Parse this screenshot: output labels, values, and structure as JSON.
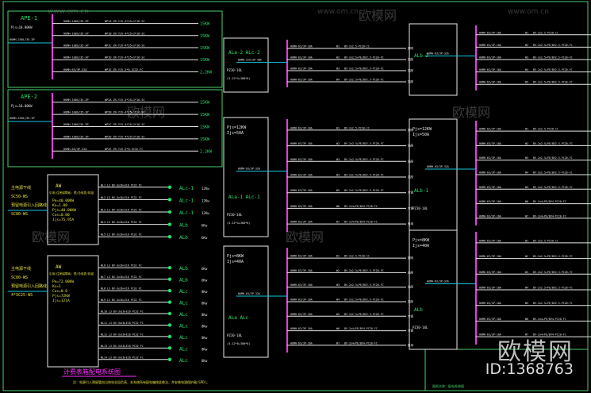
{
  "colors": {
    "frame": "#4ad06a",
    "circuit": "#e8e8e8",
    "bus": "#e040e0",
    "feeder": "#18c8e0",
    "label": "#27e06a",
    "yellow": "#e8e040",
    "magenta": "#ff30ff"
  },
  "left_panels": [
    {
      "name": "APE-1",
      "params": "Pjs=10.00KW",
      "feeders": [
        "WP1A 3M",
        "WP1B 3M",
        "WP1C 3M",
        "WP1D 3M"
      ],
      "inlet": "HUMH-250L/35-3P",
      "lines": [
        "HUMH-100S/35-3P",
        "HUMH-100S/35-3P",
        "HUMH-100S/35-3P",
        "HUMH-100S/35-3P",
        "HUMH-65/3P-32A"
      ],
      "cables": [
        "WP1A  ZR-YJV-4*25+1*16-SC",
        "WP1B  ZR-YJV-4*25+1*16-SC",
        "WP1C  ZR-YJV-4*25+1*16-SC",
        "WP1D  ZR-YJV-4*25+1*16-SC",
        "WP1E  ZR-YJV-5*6-SC32-FC"
      ],
      "loads": [
        "15KW",
        "15KW",
        "15KW",
        "15KW",
        "2.2KW"
      ]
    },
    {
      "name": "APE-2",
      "params": "Pjs=10.00KW",
      "feeders": [
        "WP2A 3M",
        "WP2B 3M",
        "WP2C 3M",
        "WP2D 3M"
      ],
      "inlet": "HUMH-250L/35-3P",
      "lines": [
        "HUMH-100S/35-3P",
        "HUMH-100S/35-3P",
        "HUMH-100S/35-3P",
        "HUMH-100S/35-3P",
        "HUMH-65/3P-32A"
      ],
      "cables": [
        "WP2A  ZR-YJV-4*25+1*16-SC",
        "WP2B  ZR-YJV-4*25+1*16-SC",
        "WP2C  ZR-YJV-4*25+1*16-SC",
        "WP2D  ZR-YJV-4*25+1*16-SC",
        "WP2E  ZR-YJV-5*6-SC32-FC"
      ],
      "loads": [
        "15KW",
        "15KW",
        "15KW",
        "15KW",
        "2.2KW"
      ]
    }
  ],
  "aw_blocks": [
    {
      "name": "AW",
      "sub": "引用(住房保障局)  预/总电表/机组",
      "left_labels": [
        "主电源干线",
        "SC50-WS",
        "预留电源引入回路线",
        "SC80-WS"
      ],
      "params": [
        "Pe=40.00KW",
        "Kx=1.00",
        "Pjs=40.00KW",
        "Cos=0.80",
        "Ijs=75.95A"
      ],
      "rows": [
        {
          "w": "WL1",
          "dest": "ALc-1",
          "kw": "12Kw"
        },
        {
          "w": "WL2",
          "dest": "ALc-1",
          "kw": "12Kw"
        },
        {
          "w": "WL3",
          "dest": "ALc-1",
          "kw": "12Kw"
        },
        {
          "w": "WL4",
          "dest": "ALb",
          "kw": "6Kw"
        },
        {
          "w": "WL5",
          "dest": "ALb",
          "kw": "6Kw"
        }
      ]
    },
    {
      "name": "AW",
      "sub": "引用(住房保障局)  预/总电表/机组",
      "left_labels": [
        "主电源干线",
        "SC80-WS",
        "预留电源引入回路线",
        "4*SC25-WS"
      ],
      "params": [
        "Pe=72.00KW",
        "Kx=1",
        "Cos=0.8",
        "Pjs=72KW",
        "Ijs=121A"
      ],
      "rows": [
        {
          "w": "WL6",
          "dest": "ALb",
          "kw": "6Kw"
        },
        {
          "w": "WL7",
          "dest": "ALb",
          "kw": "6Kw"
        },
        {
          "w": "WL8",
          "dest": "ALc",
          "kw": "8Kw"
        },
        {
          "w": "WL9",
          "dest": "ALc",
          "kw": "8Kw"
        },
        {
          "w": "WL10",
          "dest": "ALc",
          "kw": "8Kw"
        },
        {
          "w": "WL11",
          "dest": "ALc",
          "kw": "8Kw"
        },
        {
          "w": "WL12",
          "dest": "ALc",
          "kw": "8Kw"
        },
        {
          "w": "WL13",
          "dest": "ALc",
          "kw": "8Kw"
        },
        {
          "w": "WL14",
          "dest": "ALc",
          "kw": "8Kw"
        }
      ]
    }
  ],
  "mid_panels": [
    {
      "name": "ALa-2  ALc-2",
      "params": "",
      "meter": "PZ30-18L",
      "note": "(3.12*4+380*8)",
      "inlet": "HUMH-125/3P-40A"
    },
    {
      "name": "ALa-1  ALc-1",
      "params": "Pjs=12KW  Ijs=50A",
      "meter": "PZ30-18L",
      "note": "(4.12*4+380*8)",
      "inlet": "HUMH-63/3P-32A"
    },
    {
      "name": "ALa  ALc",
      "params": "Pjs=8KW  Ijs=40A",
      "meter": "PZ30-18L",
      "note": "(4.12*8+380*8)",
      "inlet": "HUMH-63/3P-32A"
    }
  ],
  "right_panels": [
    {
      "name": "ALb-2",
      "params": "",
      "meter": "",
      "inlet": "HUMH-63/3P-32A"
    },
    {
      "name": "ALb-1",
      "params": "Pjs=12KW  Ijs=50A",
      "meter": "PZ30-18L",
      "inlet": "HUMH-63/3P-32A"
    },
    {
      "name": "ALb",
      "params": "Pjs=8KW  Ijs=40A",
      "meter": "PZ30-18L",
      "inlet": "HUMH-63/3P-32A"
    }
  ],
  "circuit_rows": [
    {
      "w": "W1",
      "brk": "HUMH-63/3P-10A",
      "cab": "BV-2x2.5-PC20-CC",
      "use": "照明"
    },
    {
      "w": "W2",
      "brk": "HUMH-63/3P-10A",
      "cab": "BV-2x2.5+PE/BV2.5-PC20-FC",
      "use": "插座"
    },
    {
      "w": "W3",
      "brk": "HUMH-63/3P-16A",
      "cab": "BV-2x2.5+PE/BV2.5-PC20-FC",
      "use": "插座"
    },
    {
      "w": "W4",
      "brk": "HUMH-63/3P-16A",
      "cab": "BV-2x2.5+PE/BV2.5-PC20-FC",
      "use": "插座"
    },
    {
      "w": "W5",
      "brk": "HUMH-63/3P-16A",
      "cab": "BV-2x2.5+PE/BV2.5-PC20-FC",
      "use": "空调"
    },
    {
      "w": "W6",
      "brk": "HUMH-63/3P-16A",
      "cab": "BV-2x4+PE/BV4-PC20-FC",
      "use": "空调"
    },
    {
      "w": "W7",
      "brk": "HUMH-63/3P-16A",
      "cab": "BV-2x4+PE/BV4-PC20-FC",
      "use": "备用"
    }
  ],
  "footer": {
    "title": "计费表箱配电系统图",
    "note": "注：电源引入预留管由当地电业局负责，本系统所有配电箱按此做法，并安装电涌保护器(SPD)。",
    "frame_label": "图纸名称：配电系统图"
  },
  "watermark": {
    "site": "www.om.cn",
    "brand": "欧模网",
    "id": "ID:1368763"
  }
}
